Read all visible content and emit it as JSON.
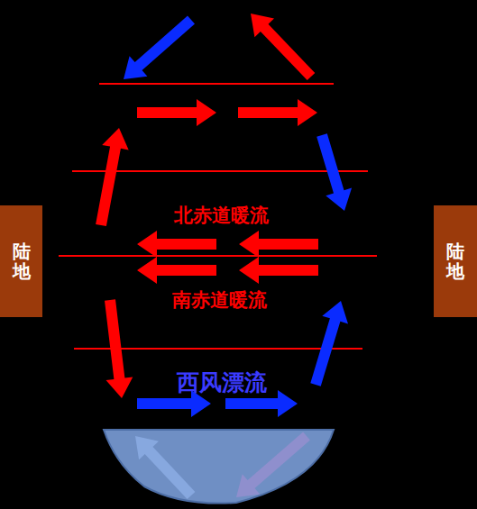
{
  "diagram": {
    "nodes": [
      {
        "text": [
          "陆地"
        ]
      },
      {
        "text": [
          "陆地"
        ]
      }
    ],
    "labels": [
      "北赤道暖流",
      "南赤道暖流",
      "西风漂流"
    ]
  }
}
